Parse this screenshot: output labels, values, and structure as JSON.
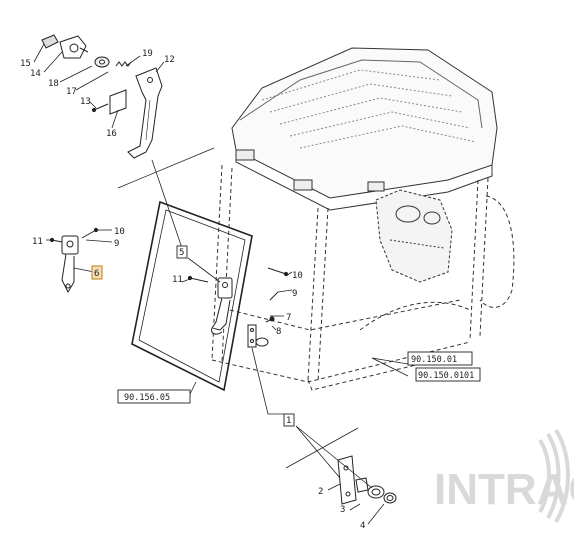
{
  "diagram": {
    "part_numbers": [
      "1",
      "2",
      "3",
      "4",
      "5",
      "6",
      "7",
      "8",
      "9",
      "9",
      "10",
      "10",
      "11",
      "11",
      "12",
      "13",
      "14",
      "15",
      "16",
      "17",
      "18",
      "19"
    ],
    "references": [
      "90.150.01",
      "90.150.0101",
      "90.156.05"
    ],
    "watermark": "INTRAC"
  }
}
